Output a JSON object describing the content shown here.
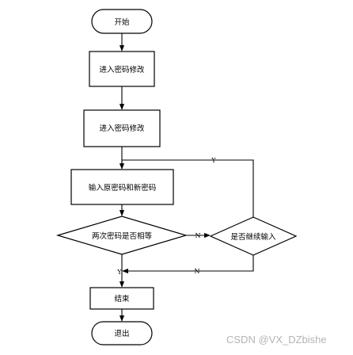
{
  "nodes": {
    "start": {
      "label": "开始",
      "shape": "terminator"
    },
    "enter_modify_1": {
      "label": "进入密码修改",
      "shape": "process"
    },
    "enter_modify_2": {
      "label": "进入密码修改",
      "shape": "process"
    },
    "input_passwords": {
      "label": "输入原密码和新密码",
      "shape": "process"
    },
    "check_match": {
      "label": "两次密码是否相等",
      "shape": "decision"
    },
    "continue_input": {
      "label": "是否继续输入",
      "shape": "decision"
    },
    "finish": {
      "label": "结束",
      "shape": "process"
    },
    "exit": {
      "label": "退出",
      "shape": "terminator"
    }
  },
  "edges": {
    "match_no": {
      "from": "check_match",
      "to": "continue_input",
      "label": "N"
    },
    "match_yes": {
      "from": "check_match",
      "to": "finish",
      "label": "Y"
    },
    "continue_yes": {
      "from": "continue_input",
      "to": "input_passwords",
      "label": "Y"
    },
    "continue_no": {
      "from": "continue_input",
      "to": "finish",
      "label": "N"
    }
  },
  "colors": {
    "stroke": "#000000",
    "background": "#ffffff",
    "watermark": "#b4b4b4"
  },
  "watermark": "CSDN @VX_DZbishe"
}
